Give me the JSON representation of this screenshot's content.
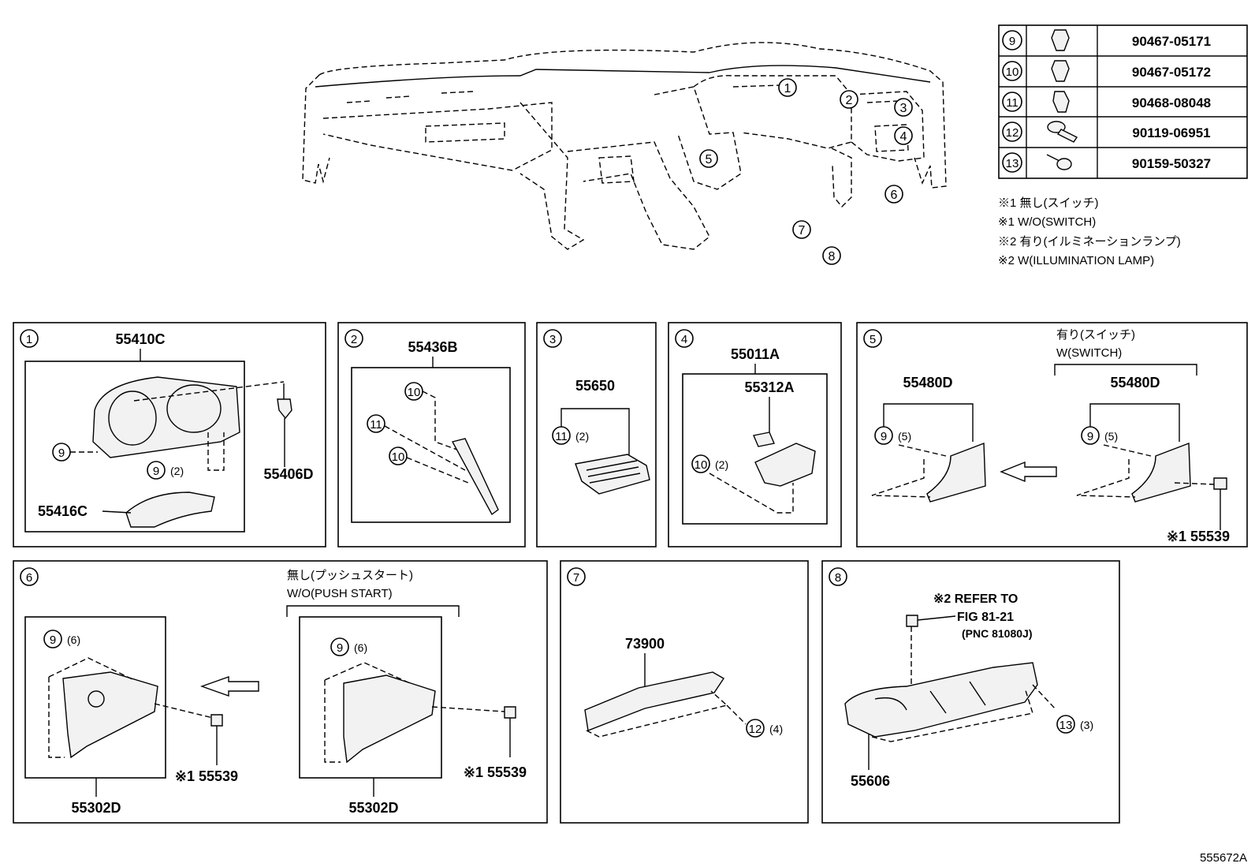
{
  "parts_table": [
    {
      "ref": "9",
      "part": "90467-05171",
      "icon": "clip-icon"
    },
    {
      "ref": "10",
      "part": "90467-05172",
      "icon": "clip-icon"
    },
    {
      "ref": "11",
      "part": "90468-08048",
      "icon": "clip-icon"
    },
    {
      "ref": "12",
      "part": "90119-06951",
      "icon": "bolt-icon"
    },
    {
      "ref": "13",
      "part": "90159-50327",
      "icon": "screw-icon"
    }
  ],
  "notes": [
    "※1 無し(スイッチ)",
    "※1 W/O(SWITCH)",
    "※2 有り(イルミネーションランプ)",
    "※2 W(ILLUMINATION LAMP)"
  ],
  "overview_callouts": [
    "1",
    "2",
    "3",
    "4",
    "5",
    "6",
    "7",
    "8"
  ],
  "panels": {
    "p1": {
      "num": "1",
      "main": "55410C",
      "clip": "55406D",
      "lower": "55416C",
      "c9": "9",
      "c9q": "9",
      "q": "(2)"
    },
    "p2": {
      "num": "2",
      "main": "55436B",
      "c10a": "10",
      "c11": "11",
      "c10b": "10"
    },
    "p3": {
      "num": "3",
      "main": "55650",
      "c11": "11",
      "q": "(2)"
    },
    "p4": {
      "num": "4",
      "main": "55011A",
      "sub": "55312A",
      "c10": "10",
      "q": "(2)"
    },
    "p5": {
      "num": "5",
      "cond_jp": "有り(スイッチ)",
      "cond_en": "W(SWITCH)",
      "left": "55480D",
      "right": "55480D",
      "c9a": "9",
      "c9b": "9",
      "qa": "(5)",
      "qb": "(5)",
      "switch": "※1 55539"
    },
    "p6": {
      "num": "6",
      "cond_jp": "無し(プッシュスタート)",
      "cond_en": "W/O(PUSH START)",
      "left": "55302D",
      "right": "55302D",
      "c9a": "9",
      "c9b": "9",
      "qa": "(6)",
      "qb": "(6)",
      "sw_a": "※1 55539",
      "sw_b": "※1 55539"
    },
    "p7": {
      "num": "7",
      "main": "73900",
      "c12": "12",
      "q": "(4)"
    },
    "p8": {
      "num": "8",
      "refer1": "※2 REFER TO",
      "refer2": "FIG 81-21",
      "refer3": "(PNC 81080J)",
      "main": "55606",
      "c13": "13",
      "q": "(3)"
    }
  },
  "figure_id": "555672A"
}
